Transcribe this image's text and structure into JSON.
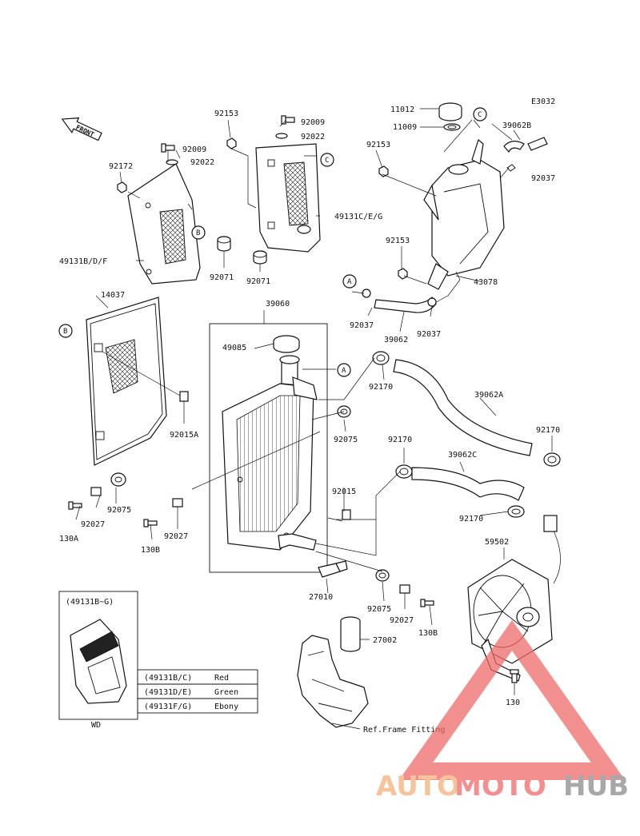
{
  "diagram": {
    "code": "E3032",
    "front_label": "FRONT",
    "callouts": {
      "p11012": "11012",
      "p11009": "11009",
      "p39062b": "39062B",
      "p92037_tr": "92037",
      "p92153_tank": "92153",
      "p92153_tank2": "92153",
      "p43078": "43078",
      "p92153_top": "92153",
      "p92009_a": "92009",
      "p92022_a": "92022",
      "p92009_b": "92009",
      "p92022_b": "92022",
      "p92172": "92172",
      "p49131bdf": "49131B/D/F",
      "p49131ceg": "49131C/E/G",
      "p92071_a": "92071",
      "p92071_b": "92071",
      "p14037": "14037",
      "p92015a": "92015A",
      "p39060": "39060",
      "p49085": "49085",
      "p92037_l": "92037",
      "p39062": "39062",
      "p92037_r": "92037",
      "p92170_a": "92170",
      "p39062a": "39062A",
      "p92170_b": "92170",
      "p92075_a": "92075",
      "p92170_c": "92170",
      "p39062c": "39062C",
      "p92015": "92015",
      "p92170_d": "92170",
      "p92075_b": "92075",
      "p92027_a": "92027",
      "p130a": "130A",
      "p92027_b": "92027",
      "p130b_l": "130B",
      "p59502": "59502",
      "p27010": "27010",
      "p92075_c": "92075",
      "p92027_c": "92027",
      "p130b_r": "130B",
      "p27002": "27002",
      "p130": "130",
      "ref_frame": "Ref.Frame Fitting"
    },
    "ref_markers": {
      "A": "A",
      "B": "B",
      "C": "C"
    },
    "color_box": {
      "header": "(49131B~G)",
      "caption": "WD",
      "rows": [
        {
          "code": "(49131B/C)",
          "color": "Red"
        },
        {
          "code": "(49131D/E)",
          "color": "Green"
        },
        {
          "code": "(49131F/G)",
          "color": "Ebony"
        }
      ]
    },
    "watermark": {
      "part1": "AUTO",
      "part2": "MOTO",
      "part3": "HUB",
      "color1": "#f5b07a",
      "color2": "#f26a6a",
      "color3": "#8c8c8c"
    }
  }
}
